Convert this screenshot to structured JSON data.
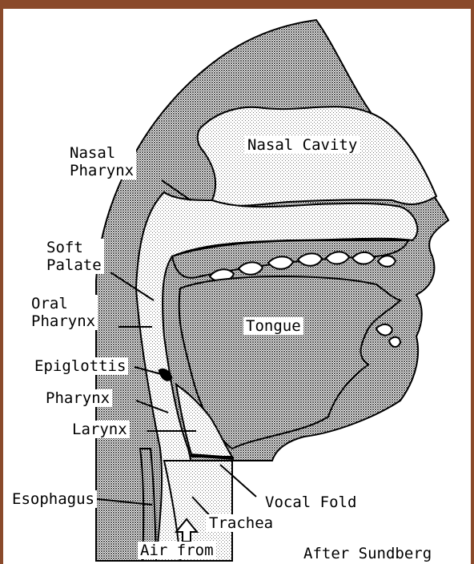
{
  "diagram": {
    "labels": {
      "nasal_pharynx": [
        "Nasal",
        "Pharynx"
      ],
      "nasal_cavity": "Nasal Cavity",
      "soft_palate": [
        "Soft",
        "Palate"
      ],
      "oral_pharynx": [
        "Oral",
        "Pharynx"
      ],
      "tongue": "Tongue",
      "epiglottis": "Epiglottis",
      "pharynx": "Pharynx",
      "larynx": "Larynx",
      "esophagus": "Esophagus",
      "vocal_fold": "Vocal Fold",
      "trachea": "Trachea",
      "air_from": "Air from",
      "credit": "After Sundberg"
    },
    "colors": {
      "frame": "#8a4a2b",
      "stipple_dark": "#6e6e6e",
      "stipple_light": "#c8c8c8",
      "outline": "#000000"
    },
    "icons": [
      "up-arrow-icon"
    ]
  }
}
